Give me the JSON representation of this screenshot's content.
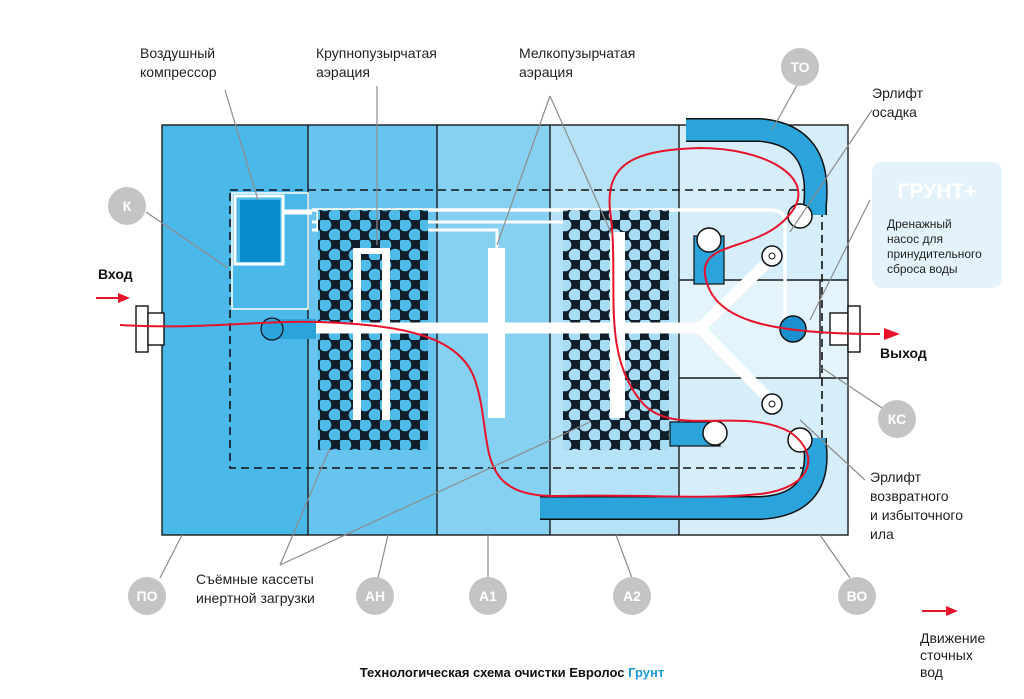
{
  "labels": {
    "compressor": [
      "Воздушный",
      "компрессор"
    ],
    "coarse_aeration": [
      "Крупнопузырчатая",
      "аэрация"
    ],
    "fine_aeration": [
      "Мелкопузырчатая",
      "аэрация"
    ],
    "airlift_sediment": [
      "Эрлифт",
      "осадка"
    ],
    "airlift_return": [
      "Эрлифт",
      "возвратного",
      "и избыточного",
      "ила"
    ],
    "cassettes": [
      "Съёмные кассеты",
      "инертной загрузки"
    ],
    "inlet": "Вход",
    "outlet": "Выход",
    "legend_flow": [
      "Движение",
      "сточных",
      "вод"
    ]
  },
  "badges": {
    "k": "К",
    "to": "ТО",
    "ks": "КС",
    "po": "ПО",
    "an": "АН",
    "a1": "А1",
    "a2": "А2",
    "vo": "ВО"
  },
  "info_box": {
    "title": "ГРУНТ+",
    "text": [
      "Дренажный",
      "насос для",
      "принудительного",
      "сброса воды"
    ]
  },
  "caption": {
    "main": "Технологическая схема очистки Евролос ",
    "brand": "Грунт"
  },
  "colors": {
    "zone_po": "#4ab8e8",
    "zone_an": "#66c4ee",
    "zone_a1": "#86d0f2",
    "zone_a2": "#b5e2f7",
    "zone_right": "#d6eefa",
    "pipe": "#2ba4dc",
    "flow": "#e8132b",
    "badge": "#c4c4c4",
    "brand": "#1b9ad6",
    "compressor": "#0a8ccc"
  }
}
